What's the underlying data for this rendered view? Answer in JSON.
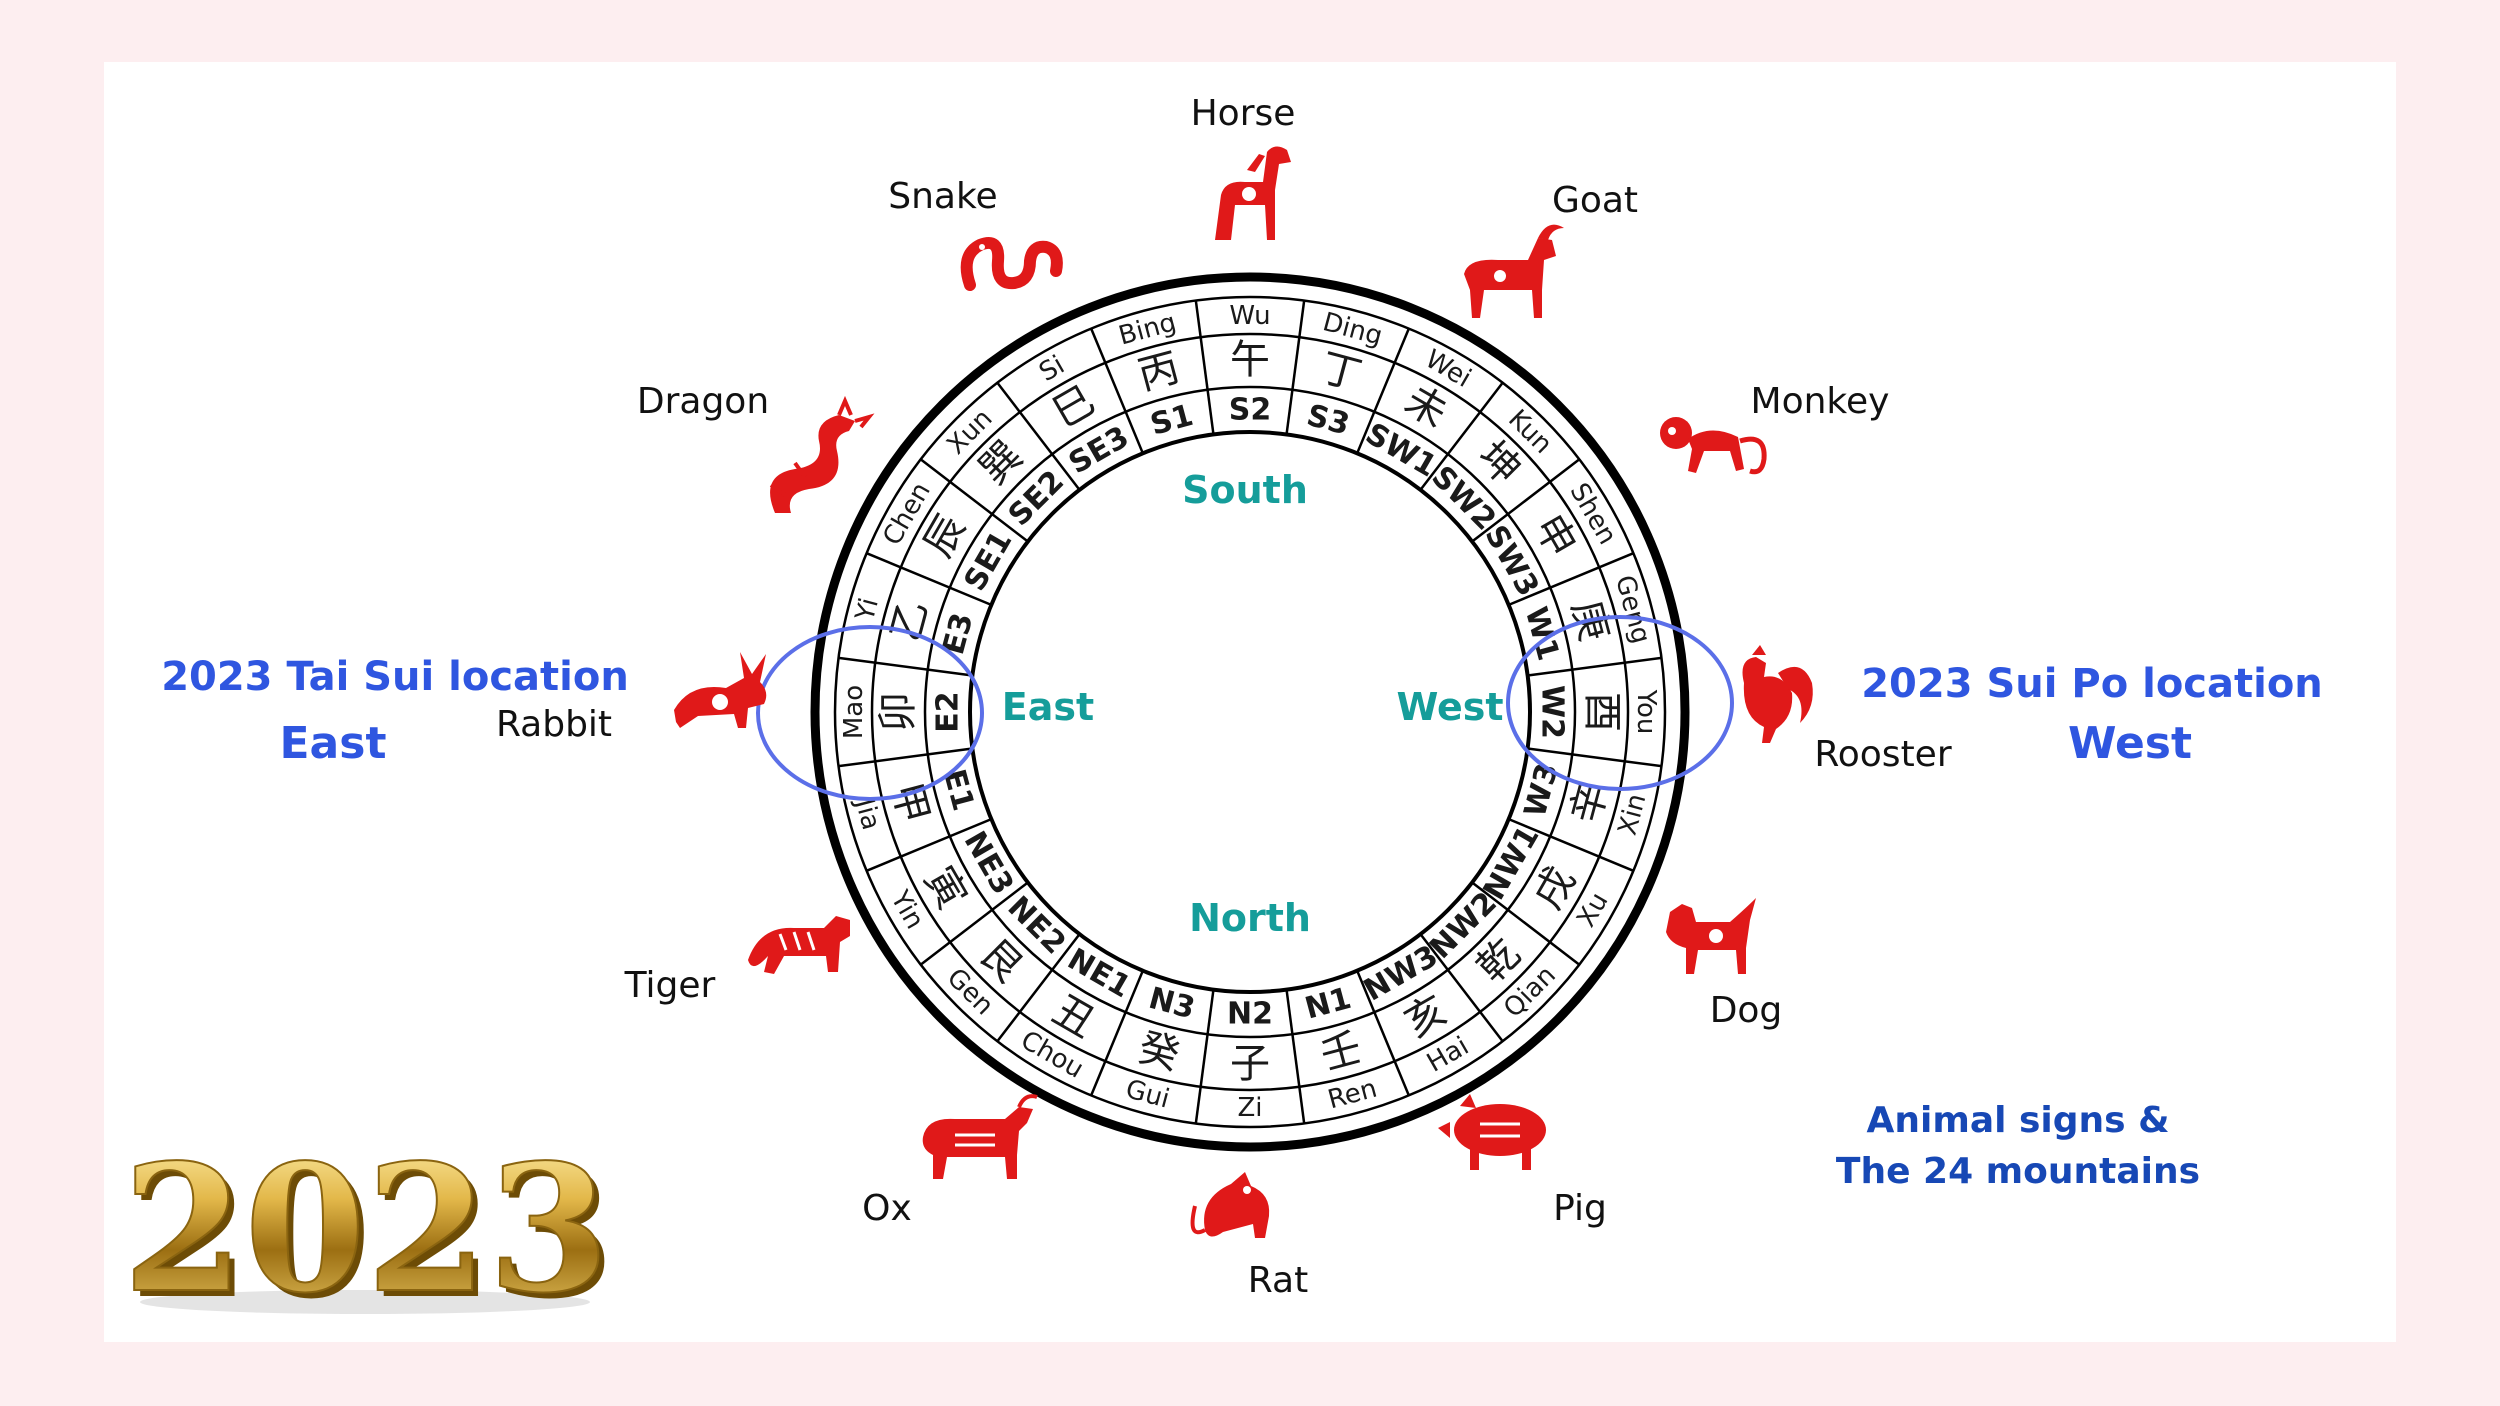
{
  "wheel": {
    "mountains": [
      {
        "code": "S2",
        "char": "午",
        "name": "Wu"
      },
      {
        "code": "S3",
        "char": "丁",
        "name": "Ding"
      },
      {
        "code": "SW1",
        "char": "未",
        "name": "Wei"
      },
      {
        "code": "SW2",
        "char": "坤",
        "name": "Kun"
      },
      {
        "code": "SW3",
        "char": "申",
        "name": "Shen"
      },
      {
        "code": "W1",
        "char": "庚",
        "name": "Geng"
      },
      {
        "code": "W2",
        "char": "酉",
        "name": "You"
      },
      {
        "code": "W3",
        "char": "辛",
        "name": "Xin"
      },
      {
        "code": "NW1",
        "char": "戌",
        "name": "Xu"
      },
      {
        "code": "NW2",
        "char": "乾",
        "name": "Qian"
      },
      {
        "code": "NW3",
        "char": "亥",
        "name": "Hai"
      },
      {
        "code": "N1",
        "char": "壬",
        "name": "Ren"
      },
      {
        "code": "N2",
        "char": "子",
        "name": "Zi"
      },
      {
        "code": "N3",
        "char": "癸",
        "name": "Gui"
      },
      {
        "code": "NE1",
        "char": "丑",
        "name": "Chou"
      },
      {
        "code": "NE2",
        "char": "艮",
        "name": "Gen"
      },
      {
        "code": "NE3",
        "char": "寅",
        "name": "Yin"
      },
      {
        "code": "E1",
        "char": "甲",
        "name": "Jia"
      },
      {
        "code": "E2",
        "char": "卯",
        "name": "Mao"
      },
      {
        "code": "E3",
        "char": "乙",
        "name": "Yi"
      },
      {
        "code": "SE1",
        "char": "辰",
        "name": "Chen"
      },
      {
        "code": "SE2",
        "char": "巽",
        "name": "Xun"
      },
      {
        "code": "SE3",
        "char": "巳",
        "name": "Si"
      },
      {
        "code": "S1",
        "char": "丙",
        "name": "Bing"
      }
    ],
    "directions": {
      "south": "South",
      "north": "North",
      "east": "East",
      "west": "West"
    }
  },
  "animals": [
    {
      "name": "Horse",
      "icon": "horse-icon"
    },
    {
      "name": "Goat",
      "icon": "goat-icon"
    },
    {
      "name": "Monkey",
      "icon": "monkey-icon"
    },
    {
      "name": "Rooster",
      "icon": "rooster-icon"
    },
    {
      "name": "Dog",
      "icon": "dog-icon"
    },
    {
      "name": "Pig",
      "icon": "pig-icon"
    },
    {
      "name": "Rat",
      "icon": "rat-icon"
    },
    {
      "name": "Ox",
      "icon": "ox-icon"
    },
    {
      "name": "Tiger",
      "icon": "tiger-icon"
    },
    {
      "name": "Rabbit",
      "icon": "rabbit-icon"
    },
    {
      "name": "Dragon",
      "icon": "dragon-icon"
    },
    {
      "name": "Snake",
      "icon": "snake-icon"
    }
  ],
  "tai_sui": {
    "line1": "2023 Tai Sui location",
    "line2": "East"
  },
  "sui_po": {
    "line1": "2023 Sui Po location",
    "line2": "West"
  },
  "legend": {
    "line1": "Animal signs &",
    "line2": "The 24 mountains"
  },
  "year": "2023",
  "colors": {
    "background": "#fdeef0",
    "card": "#ffffff",
    "animal_red": "#e01919",
    "highlight_blue": "#5b6fe8",
    "direction_teal": "#159d9a",
    "location_blue": "#2f56e0",
    "legend_blue": "#1748b5",
    "gold": "#c9a227"
  }
}
